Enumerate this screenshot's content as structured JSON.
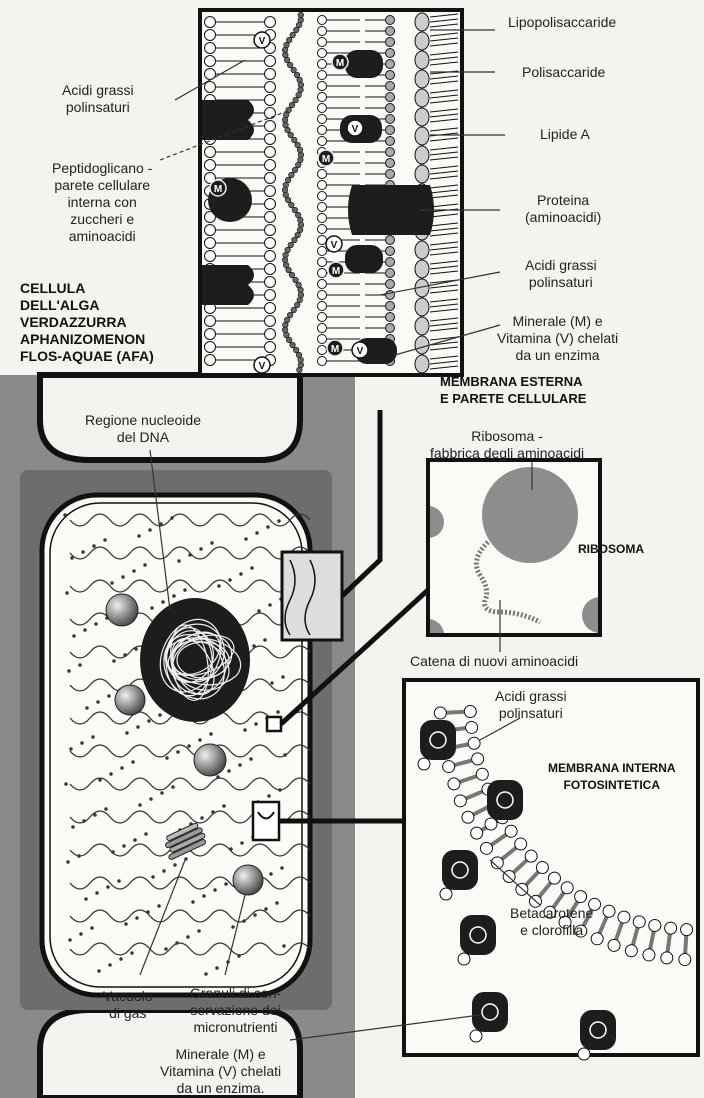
{
  "diagram": {
    "cell_title": [
      "CELLULA",
      "DELL'ALGA",
      "VERDAZZURRA",
      "APHANIZOMENON",
      "FLOS-AQUAE (AFA)"
    ],
    "outer_membrane_title": [
      "MEMBRANA ESTERNA",
      "E PARETE CELLULARE"
    ],
    "ribosome_title": "RIBOSOMA",
    "inner_membrane_title": [
      "MEMBRANA INTERNA",
      "FOTOSINTETICA"
    ],
    "labels": {
      "lipopolysaccharide": "Lipopolisaccaride",
      "polysaccharide": "Polisaccaride",
      "lipid_a": "Lipide A",
      "protein": [
        "Proteina",
        "(aminoacidi)"
      ],
      "fatty_acids_right": [
        "Acidi grassi",
        "polinsaturi"
      ],
      "mineral_vitamin_top": [
        "Minerale (M) e",
        "Vitamina (V) chelati",
        "da un enzima"
      ],
      "fatty_acids_left": [
        "Acidi grassi",
        "polinsaturi"
      ],
      "peptidoglycan": [
        "Peptidoglicano -",
        "parete cellulare",
        "interna con",
        "zuccheri e",
        "aminoacidi"
      ],
      "nucleoid": [
        "Regione nucleoide",
        "del DNA"
      ],
      "ribosome_factory": [
        "Ribosoma -",
        "fabbrica degli aminoacidi"
      ],
      "amino_chain": "Catena di nuovi aminoacidi",
      "fatty_acids_inner": [
        "Acidi grassi",
        "polinsaturi"
      ],
      "betacarotene": [
        "Betacarotene",
        "e clorofilla"
      ],
      "gas_vacuole": [
        "Vacuolo",
        "di gas"
      ],
      "granules": [
        "Granuli di con-",
        "servazione dei",
        "micronutrienti"
      ],
      "mineral_vitamin_bottom": [
        "Minerale (M) e",
        "Vitamina (V) chelati",
        "da un enzima."
      ]
    },
    "icons": [
      "vitamin-v-icon",
      "mineral-m-icon"
    ]
  }
}
